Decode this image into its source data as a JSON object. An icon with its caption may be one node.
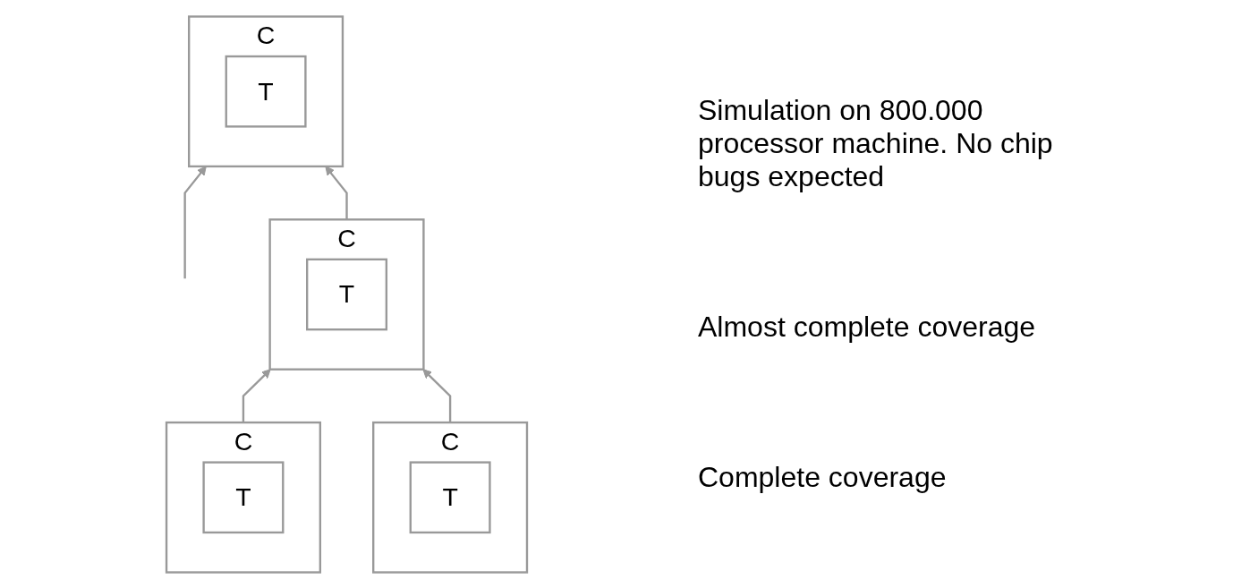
{
  "diagram": {
    "nodes": [
      {
        "text": [
          "C"
        ]
      },
      {
        "text": [
          "T"
        ],
        "in": 0
      },
      {
        "text": [
          "C"
        ]
      },
      {
        "text": [
          "T"
        ],
        "in": 2
      },
      {
        "text": [
          "C"
        ]
      },
      {
        "text": [
          "T"
        ],
        "in": 4
      },
      {
        "text": [
          "C"
        ]
      },
      {
        "text": [
          "T"
        ],
        "in": 6
      }
    ],
    "edges": [
      {
        "from": null,
        "to": 0,
        "arrow": "to"
      },
      {
        "from": 2,
        "to": 0,
        "arrow": "to"
      },
      {
        "from": 4,
        "to": 2,
        "arrow": "to"
      },
      {
        "from": 6,
        "to": 2,
        "arrow": "to"
      }
    ],
    "labels": [
      "Simulation on 800.000 processor machine. No chip bugs expected",
      "Almost complete coverage",
      "Complete coverage"
    ]
  }
}
